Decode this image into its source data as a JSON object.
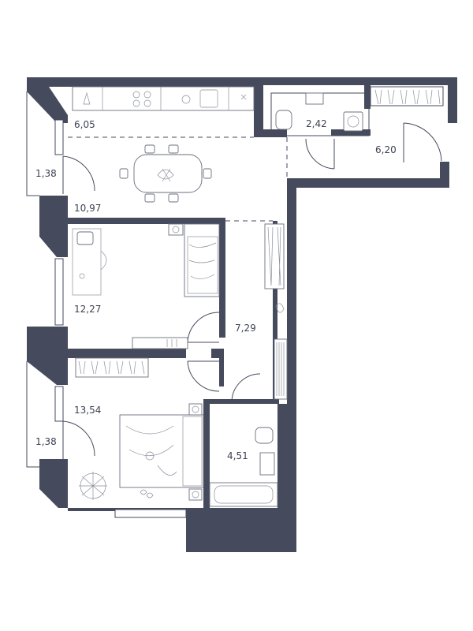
{
  "plan": {
    "rooms": [
      {
        "id": "kitchen",
        "area": "6,05"
      },
      {
        "id": "bathroom-small",
        "area": "2,42"
      },
      {
        "id": "hall",
        "area": "6,20"
      },
      {
        "id": "balcony-top",
        "area": "1,38"
      },
      {
        "id": "dining",
        "area": "10,97"
      },
      {
        "id": "bedroom-1",
        "area": "12,27"
      },
      {
        "id": "corridor",
        "area": "7,29"
      },
      {
        "id": "bedroom-2",
        "area": "13,54"
      },
      {
        "id": "balcony-bottom",
        "area": "1,38"
      },
      {
        "id": "bathroom-large",
        "area": "4,51"
      }
    ],
    "colors": {
      "wall": "#454a5c",
      "furniture_stroke": "#6a6f7e",
      "label": "#3e4252"
    }
  }
}
